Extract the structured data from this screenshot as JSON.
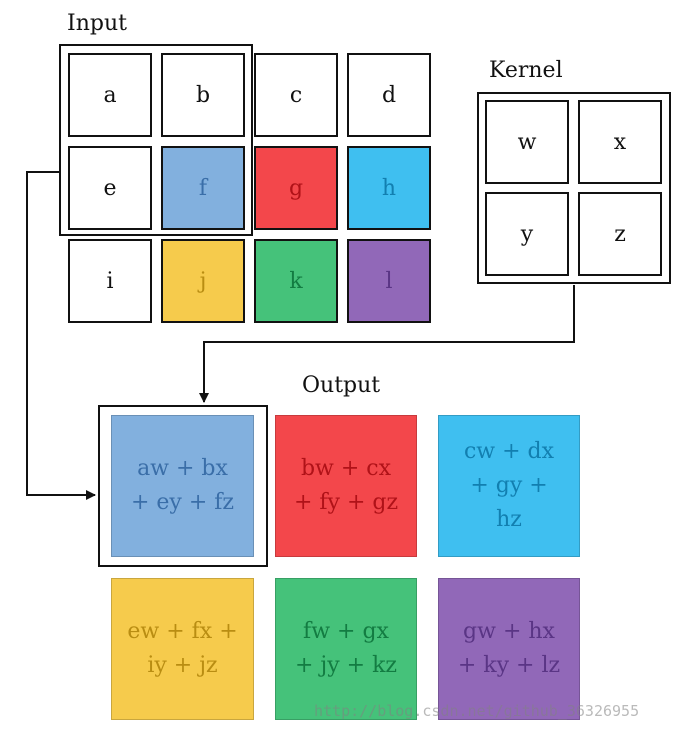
{
  "input": {
    "label": "Input",
    "cells": [
      {
        "text": "a",
        "fill": "#ffffff",
        "ink": "#111111"
      },
      {
        "text": "b",
        "fill": "#ffffff",
        "ink": "#111111"
      },
      {
        "text": "c",
        "fill": "#ffffff",
        "ink": "#111111"
      },
      {
        "text": "d",
        "fill": "#ffffff",
        "ink": "#111111"
      },
      {
        "text": "e",
        "fill": "#ffffff",
        "ink": "#111111"
      },
      {
        "text": "f",
        "fill": "#82b0de",
        "ink": "#3a6ea8"
      },
      {
        "text": "g",
        "fill": "#f3474b",
        "ink": "#b01218"
      },
      {
        "text": "h",
        "fill": "#3fbff0",
        "ink": "#127fb0"
      },
      {
        "text": "i",
        "fill": "#ffffff",
        "ink": "#111111"
      },
      {
        "text": "j",
        "fill": "#f6cb4c",
        "ink": "#b98d12"
      },
      {
        "text": "k",
        "fill": "#45c27a",
        "ink": "#137c42"
      },
      {
        "text": "l",
        "fill": "#9168b8",
        "ink": "#5a3585"
      }
    ]
  },
  "kernel": {
    "label": "Kernel",
    "cells": [
      {
        "text": "w"
      },
      {
        "text": "x"
      },
      {
        "text": "y"
      },
      {
        "text": "z"
      }
    ]
  },
  "output": {
    "label": "Output",
    "cells": [
      {
        "line1": "aw + bx",
        "line2": "+ ey + fz",
        "line3": "",
        "fill": "#82b0de",
        "ink": "#3a6ea8"
      },
      {
        "line1": "bw + cx",
        "line2": "+ fy + gz",
        "line3": "",
        "fill": "#f3474b",
        "ink": "#b01218"
      },
      {
        "line1": "cw + dx",
        "line2": "+ gy +",
        "line3": "hz",
        "fill": "#3fbff0",
        "ink": "#127fb0"
      },
      {
        "line1": "ew + fx +",
        "line2": "iy + jz",
        "line3": "",
        "fill": "#f6cb4c",
        "ink": "#b98d12"
      },
      {
        "line1": "fw + gx",
        "line2": "+ jy + kz",
        "line3": "",
        "fill": "#45c27a",
        "ink": "#137c42"
      },
      {
        "line1": "gw + hx",
        "line2": "+ ky + lz",
        "line3": "",
        "fill": "#9168b8",
        "ink": "#5a3585"
      }
    ]
  },
  "watermark": "http://blog.csdn.net/github_36326955"
}
